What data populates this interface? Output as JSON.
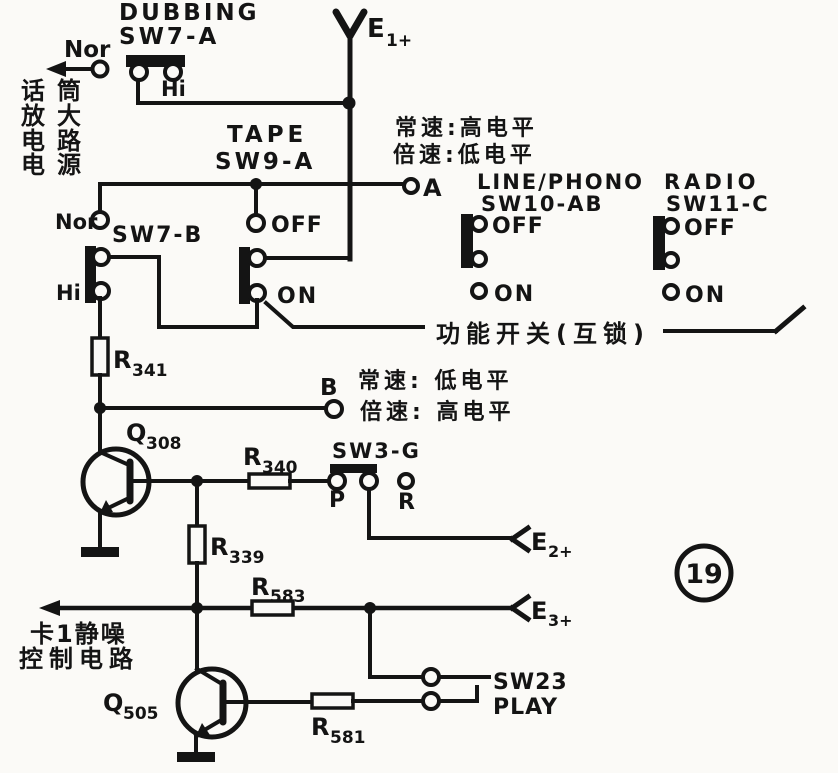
{
  "schematic": {
    "page_number": "19",
    "terminals": {
      "e1": {
        "base": "E",
        "sub": "1+"
      },
      "e2": {
        "base": "E",
        "sub": "2+"
      },
      "e3": {
        "base": "E",
        "sub": "3+"
      },
      "a": "A",
      "b": "B"
    },
    "notes": {
      "mic_power": [
        "话筒",
        "放大",
        "电路",
        "电源"
      ],
      "speed_top": [
        "常速:高电平",
        "倍速:低电平"
      ],
      "speed_b": [
        "常速: 低电平",
        "倍速: 高电平"
      ],
      "interlock": "功能开关(互锁)",
      "mute": [
        "卡1静噪",
        "控制电路"
      ],
      "nor_feed": "Nor"
    },
    "switches": {
      "dubbing": {
        "title": "DUBBING",
        "id": "SW7-A",
        "hi": "Hi"
      },
      "sw7b": {
        "id": "SW7-B",
        "nor": "Nor",
        "hi": "Hi"
      },
      "sw9a": {
        "title": "TAPE",
        "id": "SW9-A",
        "off": "OFF",
        "on": "ON"
      },
      "sw10": {
        "title": "LINE/PHONO",
        "id": "SW10-AB",
        "off": "OFF",
        "on": "ON"
      },
      "sw11": {
        "title": "RADIO",
        "id": "SW11-C",
        "off": "OFF",
        "on": "ON"
      },
      "sw3g": {
        "id": "SW3-G",
        "p": "P",
        "r": "R"
      },
      "sw23": {
        "id": "SW23",
        "mode": "PLAY"
      }
    },
    "components": {
      "q308": {
        "base": "Q",
        "sub": "308"
      },
      "q505": {
        "base": "Q",
        "sub": "505"
      },
      "r341": {
        "base": "R",
        "sub": "341"
      },
      "r340": {
        "base": "R",
        "sub": "340"
      },
      "r339": {
        "base": "R",
        "sub": "339"
      },
      "r583": {
        "base": "R",
        "sub": "583"
      },
      "r581": {
        "base": "R",
        "sub": "581"
      }
    }
  }
}
